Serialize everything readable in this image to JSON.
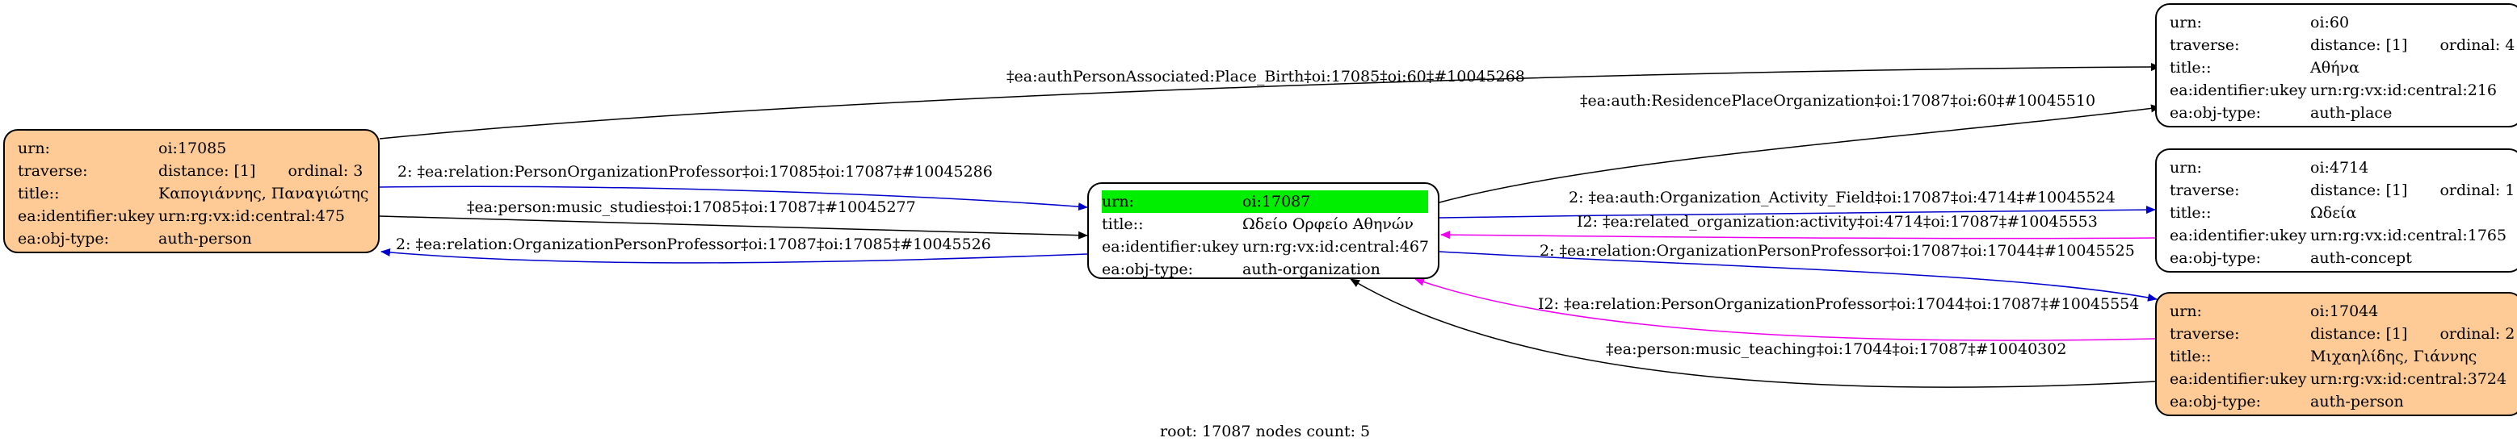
{
  "diagram": {
    "footer": "root: 17087 nodes count: 5",
    "colors": {
      "orange_fill": "#fecb96",
      "root_highlight": "#00ee00",
      "edge_black": "#000000",
      "edge_blue": "#0000cc",
      "edge_magenta": "#ee00ee"
    },
    "nodes": {
      "n17085": {
        "urn_key": "urn:",
        "urn": "oi:17085",
        "traverse_key": "traverse:",
        "distance": "distance: [1]",
        "ordinal": "ordinal: 3",
        "title_key": "title::",
        "title": "Καπογιάννης, Παναγιώτης",
        "ukey_key": "ea:identifier:ukey",
        "ukey": "urn:rg:vx:id:central:475",
        "type_key": "ea:obj-type:",
        "type": "auth-person"
      },
      "n17087": {
        "urn_key": "urn:",
        "urn": "oi:17087",
        "title_key": "title::",
        "title": "Ωδείο Ορφείο Αθηνών",
        "ukey_key": "ea:identifier:ukey",
        "ukey": "urn:rg:vx:id:central:467",
        "type_key": "ea:obj-type:",
        "type": "auth-organization"
      },
      "n60": {
        "urn_key": "urn:",
        "urn": "oi:60",
        "traverse_key": "traverse:",
        "distance": "distance: [1]",
        "ordinal": "ordinal: 4",
        "title_key": "title::",
        "title": "Αθήνα",
        "ukey_key": "ea:identifier:ukey",
        "ukey": "urn:rg:vx:id:central:216",
        "type_key": "ea:obj-type:",
        "type": "auth-place"
      },
      "n4714": {
        "urn_key": "urn:",
        "urn": "oi:4714",
        "traverse_key": "traverse:",
        "distance": "distance: [1]",
        "ordinal": "ordinal: 1",
        "title_key": "title::",
        "title": "Ωδεία",
        "ukey_key": "ea:identifier:ukey",
        "ukey": "urn:rg:vx:id:central:1765",
        "type_key": "ea:obj-type:",
        "type": "auth-concept"
      },
      "n17044": {
        "urn_key": "urn:",
        "urn": "oi:17044",
        "traverse_key": "traverse:",
        "distance": "distance: [1]",
        "ordinal": "ordinal: 2",
        "title_key": "title::",
        "title": "Μιχαηλίδης, Γιάννης",
        "ukey_key": "ea:identifier:ukey",
        "ukey": "urn:rg:vx:id:central:3724",
        "type_key": "ea:obj-type:",
        "type": "auth-person"
      }
    },
    "edges": {
      "e1": "‡ea:authPersonAssociated:Place_Birth‡oi:17085‡oi:60‡#10045268",
      "e2": "2: ‡ea:relation:PersonOrganizationProfessor‡oi:17085‡oi:17087‡#10045286",
      "e3": "‡ea:person:music_studies‡oi:17085‡oi:17087‡#10045277",
      "e4": "2: ‡ea:relation:OrganizationPersonProfessor‡oi:17087‡oi:17085‡#10045526",
      "e5": "‡ea:auth:ResidencePlaceOrganization‡oi:17087‡oi:60‡#10045510",
      "e6": "2: ‡ea:auth:Organization_Activity_Field‡oi:17087‡oi:4714‡#10045524",
      "e7": "I2: ‡ea:related_organization:activity‡oi:4714‡oi:17087‡#10045553",
      "e8": "2: ‡ea:relation:OrganizationPersonProfessor‡oi:17087‡oi:17044‡#10045525",
      "e9": "I2: ‡ea:relation:PersonOrganizationProfessor‡oi:17044‡oi:17087‡#10045554",
      "e10": "‡ea:person:music_teaching‡oi:17044‡oi:17087‡#10040302"
    }
  }
}
